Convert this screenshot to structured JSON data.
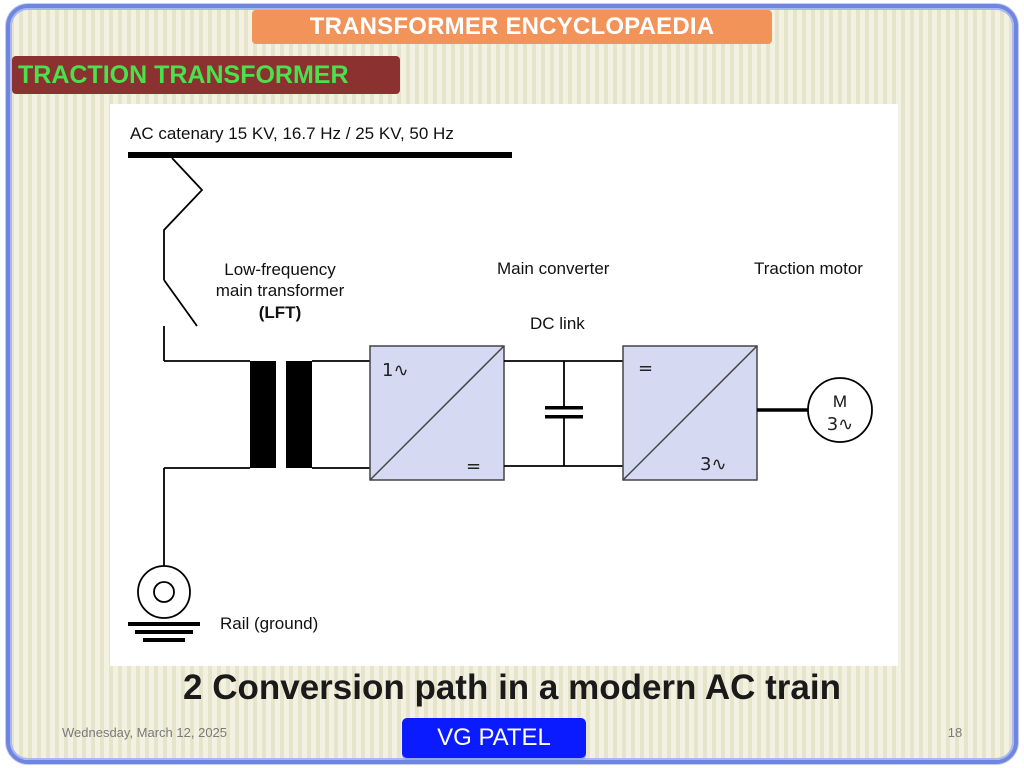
{
  "header": {
    "title": "TRANSFORMER ENCYCLOPAEDIA",
    "section": "TRACTION TRANSFORMER"
  },
  "diagram": {
    "catenary_label": "AC catenary 15 KV, 16.7 Hz / 25 KV, 50 Hz",
    "lft_label_line1": "Low-frequency",
    "lft_label_line2": "main transformer",
    "lft_label_line3": "(LFT)",
    "main_converter_label": "Main converter",
    "dc_link_label": "DC link",
    "traction_motor_label": "Traction motor",
    "rectifier_input_symbol": "1∿",
    "rectifier_output_symbol": "=",
    "inverter_input_symbol": "=",
    "inverter_output_symbol": "3∿",
    "motor_letter": "M",
    "motor_phase_symbol": "3∿",
    "rail_label": "Rail (ground)"
  },
  "caption": "2 Conversion path in a modern AC train",
  "footer": {
    "date": "Wednesday, March 12, 2025",
    "author": "VG PATEL",
    "page_number": "18"
  },
  "colors": {
    "title_bg": "#f2935a",
    "section_bg": "#8b3230",
    "section_text": "#49e24c",
    "author_bg": "#0a1bff",
    "converter_fill": "#d5d9f2",
    "frame_border": "#6f86e0"
  }
}
